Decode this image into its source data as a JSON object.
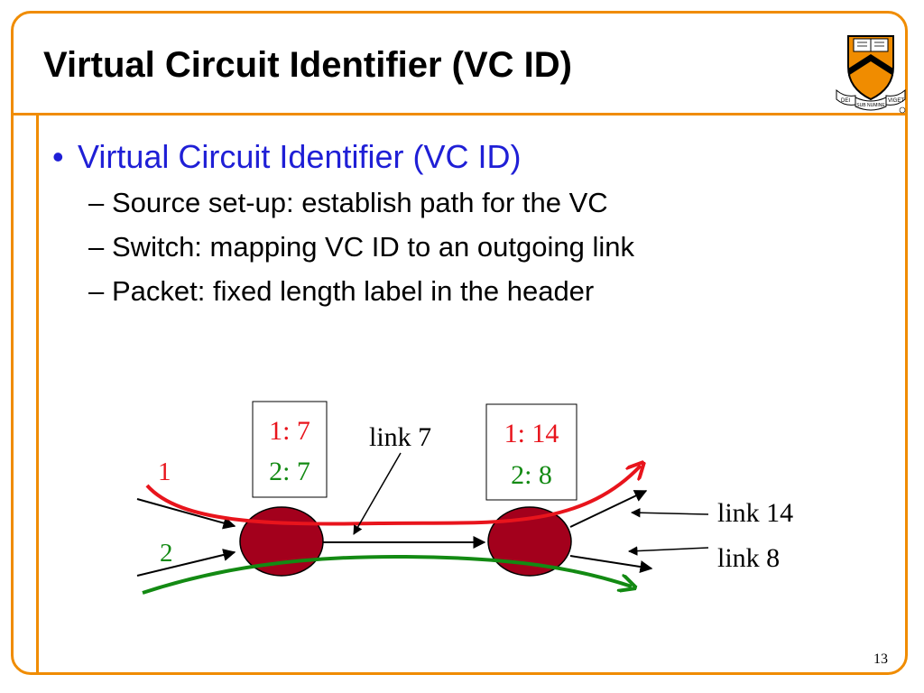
{
  "slide": {
    "title": "Virtual Circuit Identifier (VC ID)",
    "page_number": "13"
  },
  "bullets": {
    "main": "Virtual Circuit Identifier (VC ID)",
    "subs": [
      "Source set-up: establish path for the VC",
      "Switch: mapping VC ID to an outgoing link",
      "Packet: fixed length label in the header"
    ]
  },
  "diagram": {
    "table_left": {
      "row1": "1: 7",
      "row2": "2: 7"
    },
    "table_right": {
      "row1": "1: 14",
      "row2": "2: 8"
    },
    "link_labels": {
      "link7": "link 7",
      "link14": "link 14",
      "link8": "link 8"
    },
    "path_labels": {
      "vc1": "1",
      "vc2": "2"
    }
  },
  "colors": {
    "accent": "#f08c00",
    "bullet_blue": "#1f1fd6",
    "vc1_red": "#e8141c",
    "vc2_green": "#138a13",
    "switch_fill": "#a3001c"
  },
  "logo": {
    "motto_left": "DEI",
    "motto_center": "SUB NUMINE",
    "motto_right": "VIGET"
  }
}
